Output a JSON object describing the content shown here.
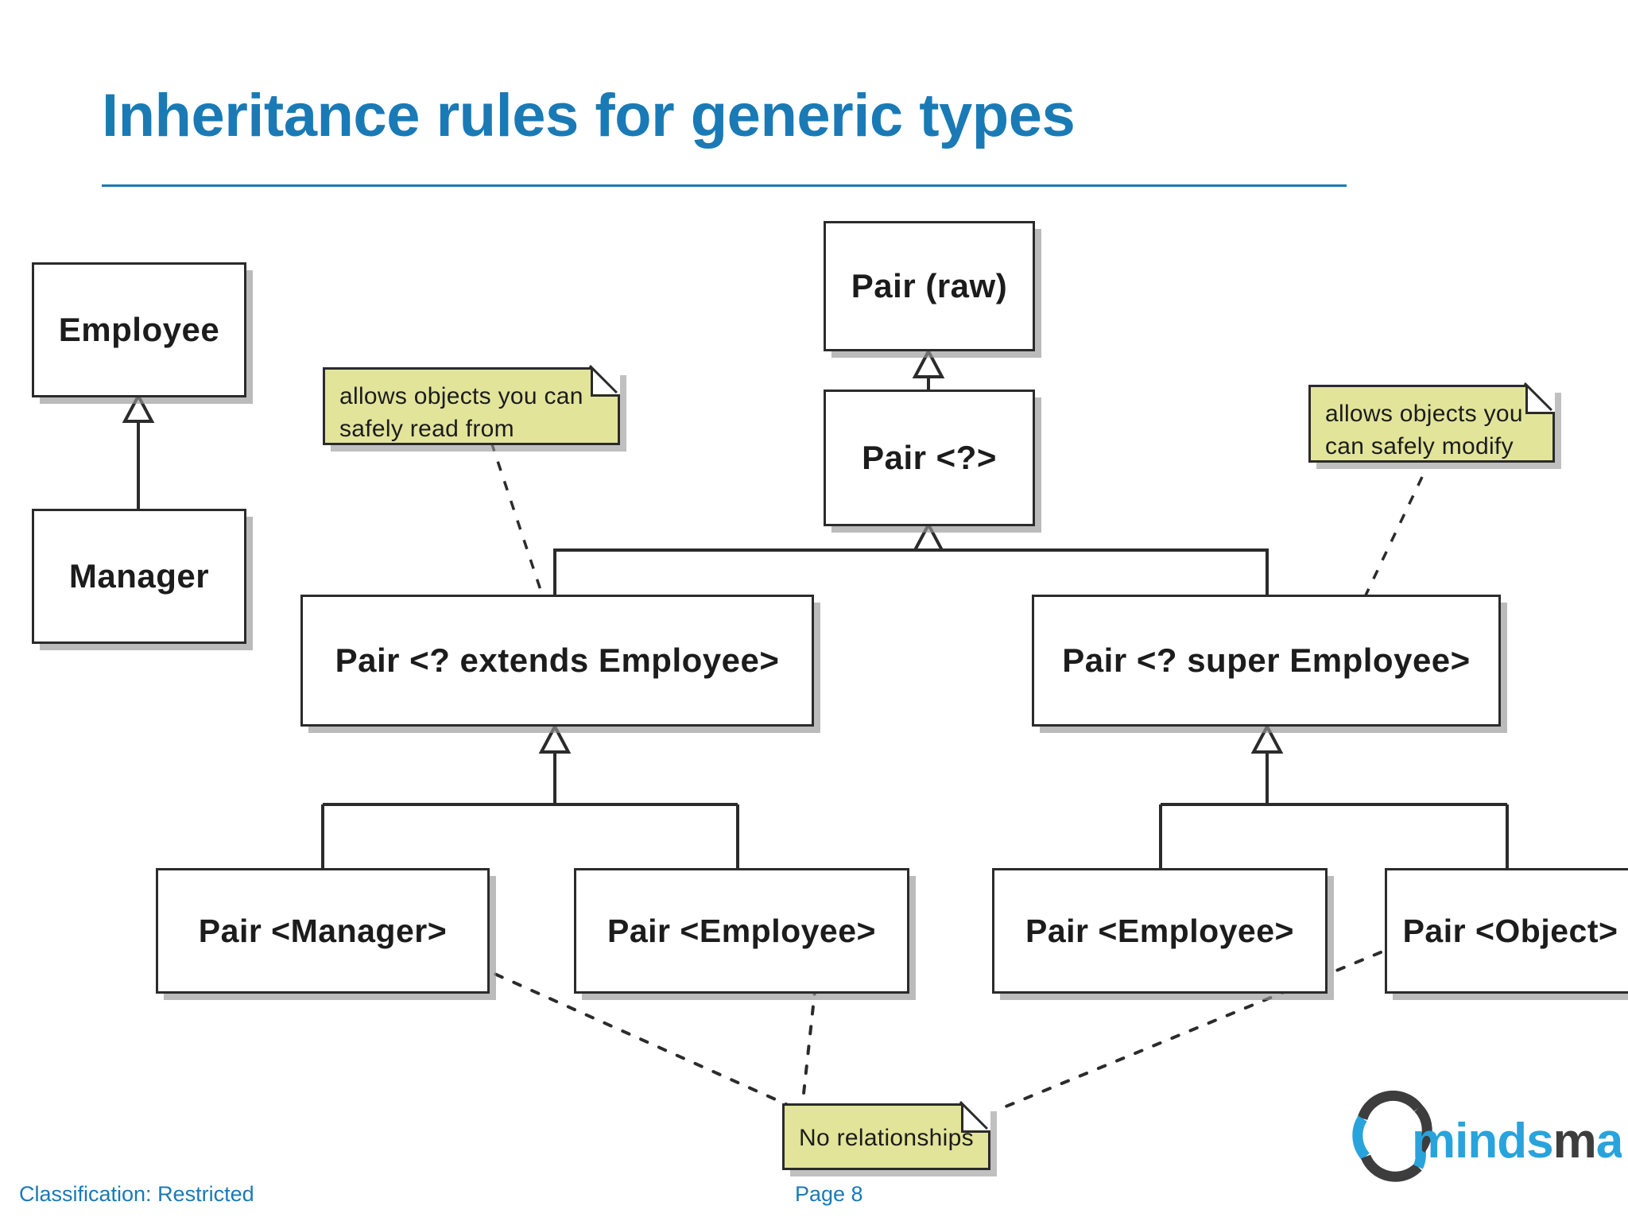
{
  "slide": {
    "title": "Inheritance rules for generic types",
    "accent_color": "#1a7ab5",
    "note_color": "#e2e49a",
    "box_border_color": "#2b2b2b",
    "background": "#ffffff"
  },
  "footer": {
    "classification": "Classification:  Restricted",
    "page": "Page 8",
    "logo_text": "mindsmapped"
  },
  "diagram": {
    "type": "uml-class-inheritance",
    "nodes": [
      {
        "id": "employee",
        "label": "Employee"
      },
      {
        "id": "manager",
        "label": "Manager"
      },
      {
        "id": "pair_raw",
        "label": "Pair (raw)"
      },
      {
        "id": "pair_wildcard",
        "label": "Pair <?>"
      },
      {
        "id": "pair_extends",
        "label": "Pair <? extends Employee>"
      },
      {
        "id": "pair_super",
        "label": "Pair <? super Employee>"
      },
      {
        "id": "pair_manager",
        "label": "Pair <Manager>"
      },
      {
        "id": "pair_employee_l",
        "label": "Pair <Employee>"
      },
      {
        "id": "pair_employee_r",
        "label": "Pair <Employee>"
      },
      {
        "id": "pair_object",
        "label": "Pair <Object>"
      }
    ],
    "edges": [
      {
        "from": "manager",
        "to": "employee",
        "kind": "generalization"
      },
      {
        "from": "pair_wildcard",
        "to": "pair_raw",
        "kind": "generalization"
      },
      {
        "from": "pair_extends",
        "to": "pair_wildcard",
        "kind": "generalization"
      },
      {
        "from": "pair_super",
        "to": "pair_wildcard",
        "kind": "generalization"
      },
      {
        "from": "pair_manager",
        "to": "pair_extends",
        "kind": "generalization"
      },
      {
        "from": "pair_employee_l",
        "to": "pair_extends",
        "kind": "generalization"
      },
      {
        "from": "pair_employee_r",
        "to": "pair_super",
        "kind": "generalization"
      },
      {
        "from": "pair_object",
        "to": "pair_super",
        "kind": "generalization"
      }
    ],
    "notes": [
      {
        "id": "note_read",
        "line1": "allows objects you can",
        "line2": "safely read from",
        "anchor": "pair_extends"
      },
      {
        "id": "note_modify",
        "line1": "allows objects you",
        "line2": "can safely modify",
        "anchor": "pair_super"
      },
      {
        "id": "note_norel",
        "line1": "No relationships",
        "line2": "",
        "anchors": [
          "pair_manager",
          "pair_employee_l",
          "pair_object"
        ]
      }
    ]
  }
}
